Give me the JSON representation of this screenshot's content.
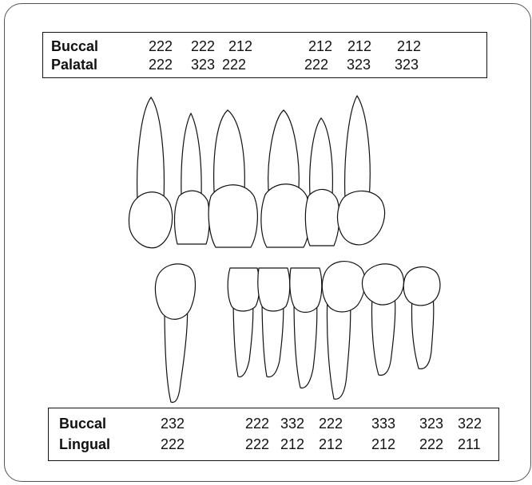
{
  "upper_table": {
    "row1": {
      "label": "Buccal",
      "values": [
        "222",
        "222",
        "212",
        "212",
        "212",
        "212"
      ]
    },
    "row2": {
      "label": "Palatal",
      "values": [
        "222",
        "323",
        "222",
        "222",
        "323",
        "323"
      ]
    }
  },
  "lower_table": {
    "row1": {
      "label": "Buccal",
      "values": [
        "232",
        "222",
        "332",
        "222",
        "333",
        "323",
        "322"
      ]
    },
    "row2": {
      "label": "Lingual",
      "values": [
        "222",
        "222",
        "212",
        "212",
        "212",
        "222",
        "211"
      ]
    }
  }
}
